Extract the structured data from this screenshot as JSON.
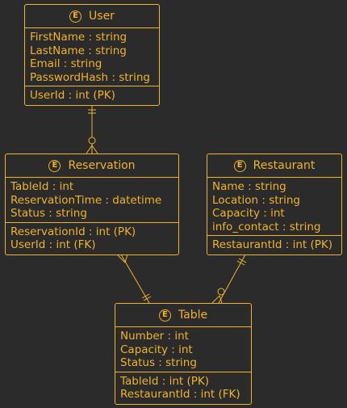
{
  "colors": {
    "background": "#2b2b2b",
    "accent": "#f0b429"
  },
  "entity_badge": "E",
  "entities": {
    "user": {
      "title": "User",
      "fields": [
        "FirstName : string",
        "LastName : string",
        "Email : string",
        "PasswordHash : string"
      ],
      "keys": [
        "UserId : int (PK)"
      ]
    },
    "reservation": {
      "title": "Reservation",
      "fields": [
        "TableId : int",
        "ReservationTime : datetime",
        "Status : string"
      ],
      "keys": [
        "ReservationId : int (PK)",
        "UserId : int (FK)"
      ]
    },
    "restaurant": {
      "title": "Restaurant",
      "fields": [
        "Name : string",
        "Location : string",
        "Capacity : int",
        "info_contact : string"
      ],
      "keys": [
        "RestaurantId : int (PK)"
      ]
    },
    "table": {
      "title": "Table",
      "fields": [
        "Number : int",
        "Capacity : int",
        "Status : string"
      ],
      "keys": [
        "TableId : int (PK)",
        "RestaurantId : int (FK)"
      ]
    }
  },
  "relationships": [
    {
      "from": "user",
      "to": "reservation",
      "from_cardinality": "exactly-one",
      "to_cardinality": "zero-or-many"
    },
    {
      "from": "reservation",
      "to": "table",
      "from_cardinality": "many",
      "to_cardinality": "exactly-one"
    },
    {
      "from": "restaurant",
      "to": "table",
      "from_cardinality": "exactly-one",
      "to_cardinality": "zero-or-many"
    }
  ]
}
